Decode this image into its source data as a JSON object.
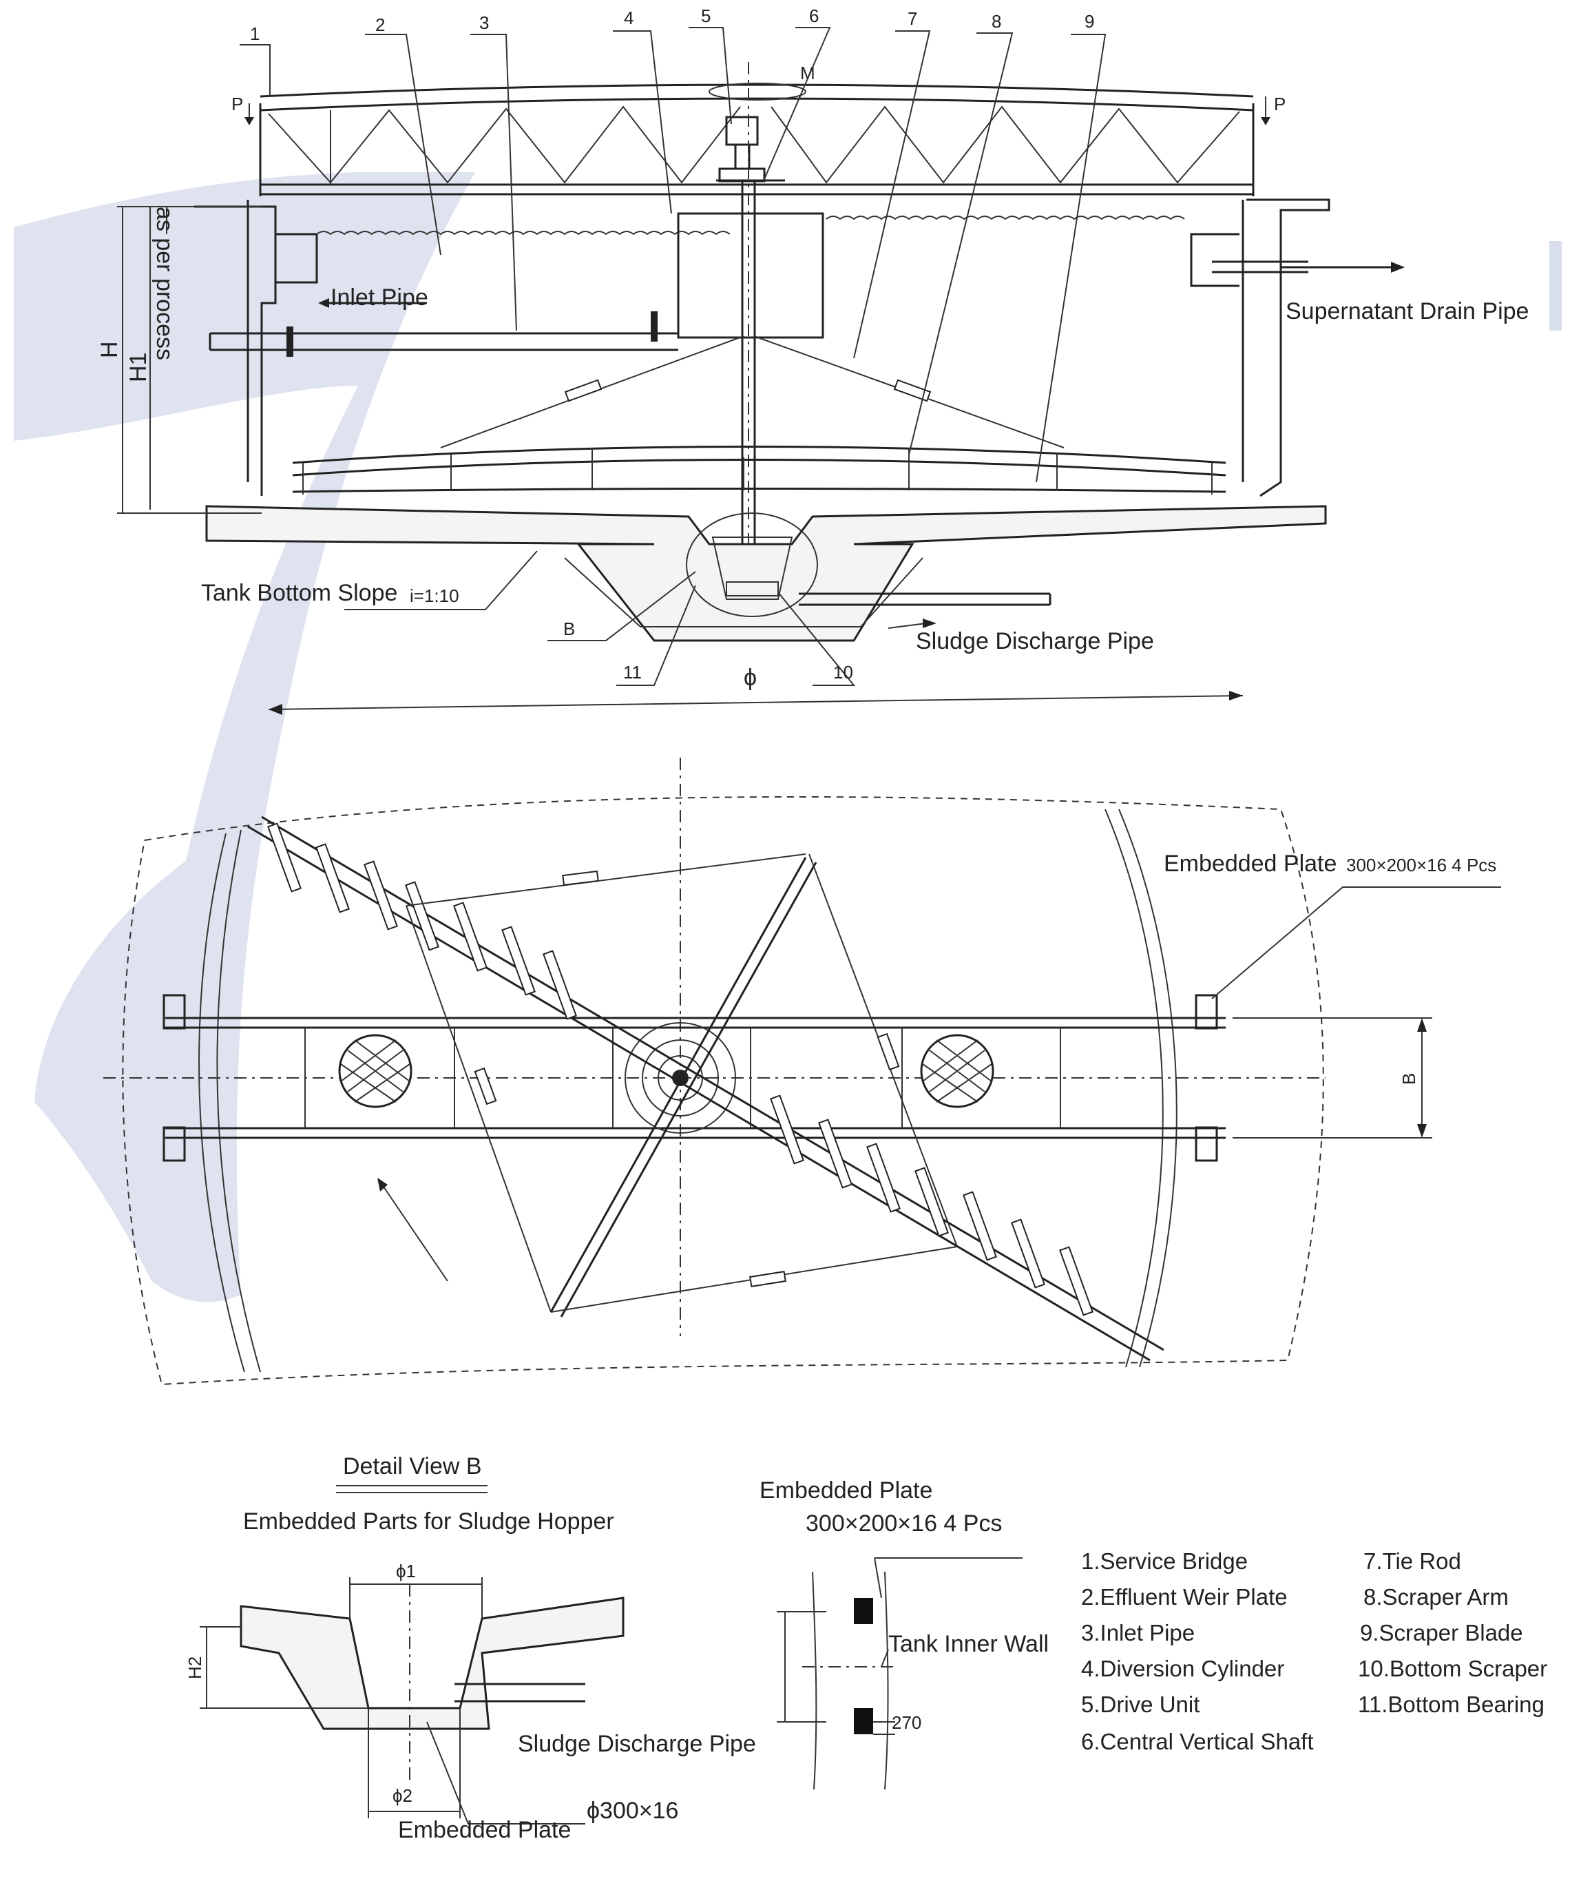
{
  "callouts": [
    "1",
    "2",
    "3",
    "4",
    "5",
    "6",
    "7",
    "8",
    "9",
    "10",
    "11"
  ],
  "elevation": {
    "inlet_pipe": "Inlet Pipe",
    "supernatant_drain": "Supernatant Drain Pipe",
    "as_per_process": "as per process",
    "H": "H",
    "H1": "H1",
    "P_left": "P",
    "P_right": "P",
    "M": "M",
    "tank_bottom_slope": "Tank Bottom Slope",
    "slope_ratio": "i=1:10",
    "detail_B": "B",
    "sludge_discharge": "Sludge Discharge Pipe",
    "phi": "ϕ"
  },
  "plan": {
    "embedded_plate_label": "Embedded Plate",
    "embedded_plate_spec": "300×200×16  4 Pcs",
    "B": "B"
  },
  "detail_b": {
    "title": "Detail View B",
    "subtitle": "Embedded Parts for Sludge Hopper",
    "phi1": "ϕ1",
    "phi2": "ϕ2",
    "H2": "H2",
    "sludge_discharge": "Sludge Discharge Pipe",
    "embedded_plate": "Embedded Plate",
    "embedded_plate_spec": "ϕ300×16"
  },
  "wall_detail": {
    "title": "Embedded Plate",
    "spec": "300×200×16  4 Pcs",
    "tank_inner_wall": "Tank Inner Wall",
    "dim": "270"
  },
  "legend": [
    "1.Service Bridge",
    "2.Effluent Weir Plate",
    "3.Inlet Pipe",
    "4.Diversion Cylinder",
    "5.Drive Unit",
    "6.Central Vertical Shaft",
    "7.Tie Rod",
    "8.Scraper Arm",
    "9.Scraper Blade",
    "10.Bottom Scraper",
    "11.Bottom Bearing"
  ],
  "colors": {
    "line": "#222222",
    "shade": "#d9deec",
    "concrete": "#f4f4f4"
  }
}
